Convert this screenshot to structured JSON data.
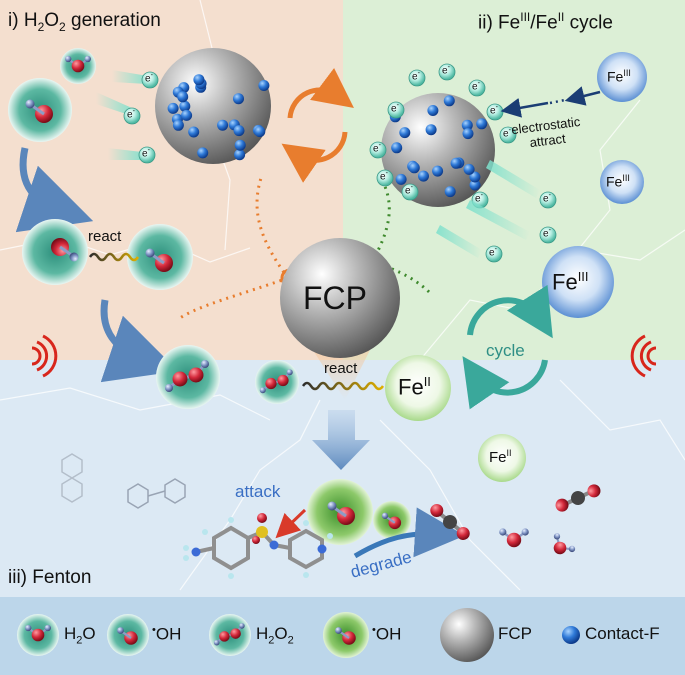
{
  "panels": {
    "h2o2": {
      "label": "i) H",
      "sub": "2",
      "mid": "O",
      "sub2": "2",
      "tail": " generation"
    },
    "fe_cycle": {
      "label": "ii) Fe",
      "sup1": "III",
      "mid": "/Fe",
      "sup2": "II",
      "tail": " cycle"
    },
    "fenton": {
      "label": "iii) Fenton"
    }
  },
  "center": {
    "fcp_label": "FCP"
  },
  "labels": {
    "react_top": "react",
    "react_mid": "react",
    "electrostatic": "electrostatic",
    "attract": "attract",
    "cycle": "cycle",
    "attack": "attack",
    "degrade": "degrade",
    "electron": "e",
    "electron_sup": "-",
    "fe3_base": "Fe",
    "fe3_sup": "III",
    "fe2_base": "Fe",
    "fe2_sup": "II"
  },
  "legend": {
    "h2o": {
      "base": "H",
      "sub": "2",
      "tail": "O"
    },
    "oh1": {
      "pre": "•",
      "tail": "OH"
    },
    "h2o2": {
      "base": "H",
      "sub": "2",
      "mid": "O",
      "sub2": "2"
    },
    "oh2": {
      "pre": "•",
      "tail": "OH"
    },
    "fcp": "FCP",
    "contact": "Contact-F"
  },
  "colors": {
    "panel_h2o2": "#f4dfcf",
    "panel_fe": "#dcefd6",
    "panel_fenton": "#dce9f4",
    "legend_bar": "#bcd6ea",
    "orange": "#e87d2e",
    "green_dash": "#3f8a2e",
    "teal": "#3aa89b",
    "red_arrow": "#d93a2a",
    "blue_label": "#3a6fc4",
    "wifi_red": "#d8261c"
  }
}
